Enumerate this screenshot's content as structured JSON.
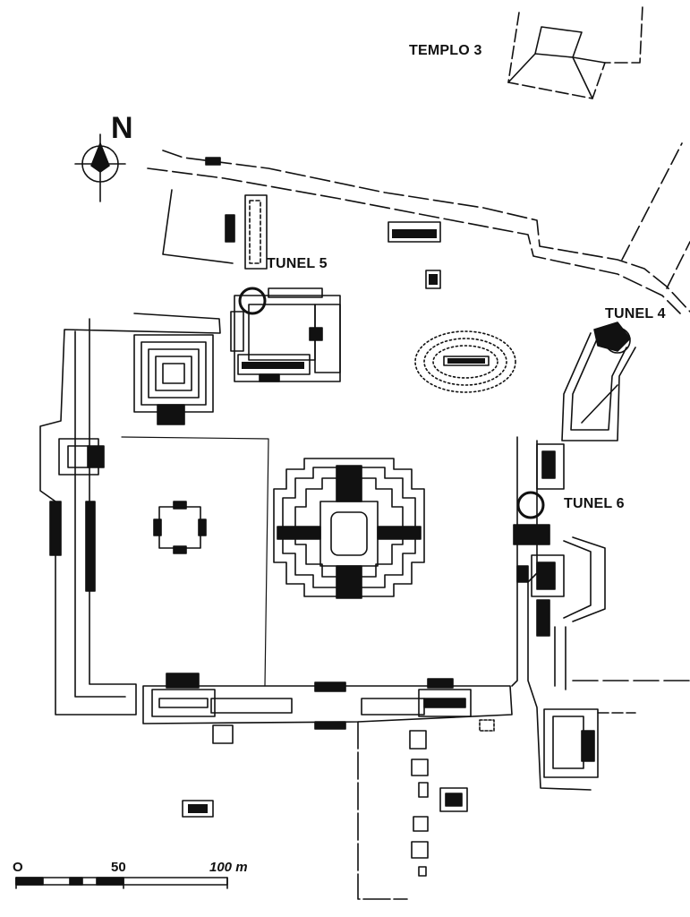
{
  "labels": {
    "templo3": "TEMPLO 3",
    "tunel5": "TUNEL 5",
    "tunel4": "TUNEL 4",
    "tunel6": "TUNEL 6"
  },
  "north": {
    "letter": "N",
    "icon": "north-arrow-icon"
  },
  "scale": {
    "ticks": [
      "O",
      "50",
      "100 m"
    ],
    "segment_colors": [
      "#000000",
      "#ffffff"
    ]
  },
  "colors": {
    "ink": "#111111",
    "background": "#ffffff"
  }
}
